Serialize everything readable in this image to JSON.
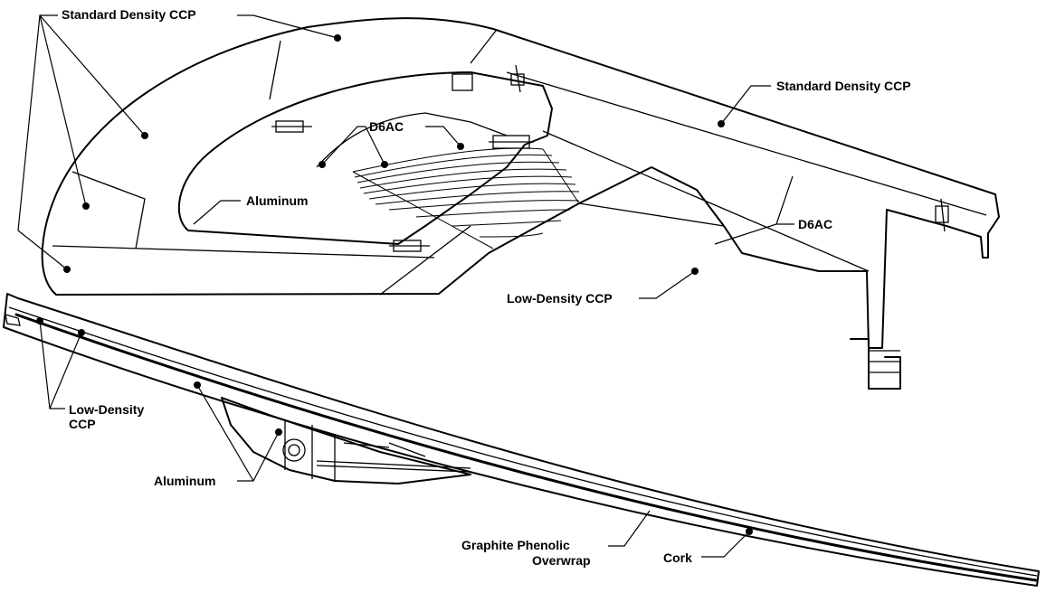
{
  "labels": {
    "std_ccp_top_left": "Standard Density CCP",
    "std_ccp_right": "Standard Density CCP",
    "d6ac_center": "D6AC",
    "d6ac_right": "D6AC",
    "aluminum_upper": "Aluminum",
    "low_density_ccp_right": "Low-Density CCP",
    "low_density_ccp_left_line1": "Low-Density",
    "low_density_ccp_left_line2": "CCP",
    "aluminum_lower": "Aluminum",
    "graphite_line1": "Graphite Phenolic",
    "graphite_line2": "Overwrap",
    "cork": "Cork"
  },
  "colors": {
    "ink": "#000000",
    "paper": "#ffffff"
  }
}
